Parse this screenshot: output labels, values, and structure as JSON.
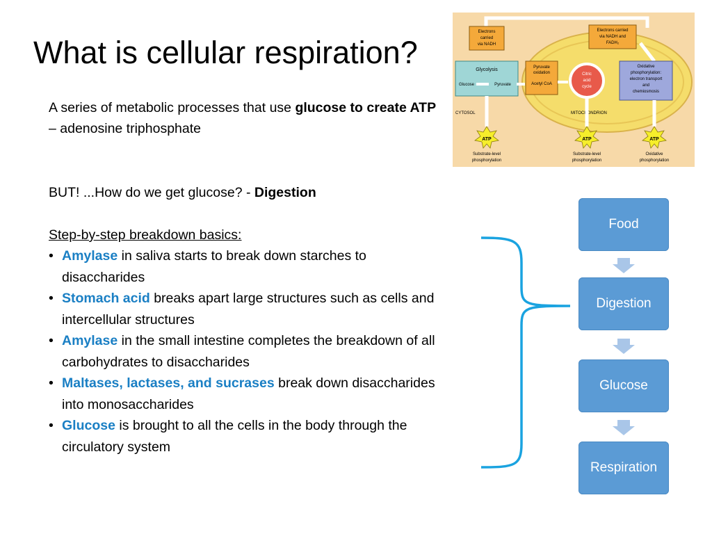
{
  "title": "What is cellular respiration?",
  "intro": {
    "text_before": "A series of metabolic processes that use ",
    "bold": "glucose to create ATP",
    "text_after": " – adenosine triphosphate"
  },
  "but_line": {
    "text": "BUT!  ...How do we get glucose?  - ",
    "bold": "Digestion"
  },
  "steps_heading": "Step-by-step breakdown basics:",
  "bullet": "•",
  "steps": [
    {
      "keyword": "Amylase",
      "rest": " in saliva starts to break down starches to disaccharides"
    },
    {
      "keyword": "Stomach acid",
      "rest": " breaks apart large structures such as cells and intercellular structures"
    },
    {
      "keyword": "Amylase",
      "rest": " in the small intestine completes the breakdown of all carbohydrates to disaccharides"
    },
    {
      "keyword": "Maltases, lactases, and sucrases",
      "rest": " break down disaccharides into monosaccharides"
    },
    {
      "keyword": "Glucose",
      "rest": " is brought to all the cells in the body through the circulatory system"
    }
  ],
  "flowchart": [
    "Food",
    "Digestion",
    "Glucose",
    "Respiration"
  ],
  "diagram": {
    "nadh_label": [
      "Electrons",
      "carried",
      "via NADH"
    ],
    "nadh_fadh_label": [
      "Electrons carried",
      "via NADH and",
      "FADH₂"
    ],
    "glycolysis": "Glycolysis",
    "glucose": "Glucose",
    "pyruvate": "Pyruvate",
    "pyruvate_oxidation": [
      "Pyruvate",
      "oxidation"
    ],
    "acetyl_coa": "Acetyl CoA",
    "citric_acid": [
      "Citric",
      "acid",
      "cycle"
    ],
    "oxphos": [
      "Oxidative",
      "phosphorylation:",
      "electron transport",
      "and",
      "chemiosmosis"
    ],
    "cytosol": "CYTOSOL",
    "mitochondrion": "MITOCHONDRION",
    "atp": "ATP",
    "outputs": [
      [
        "Substrate-level",
        "phosphorylation"
      ],
      [
        "Substrate-level",
        "phosphorylation"
      ],
      [
        "Oxidative",
        "phosphorylation"
      ]
    ]
  },
  "colors": {
    "keyword": "#1a7fc4",
    "flow_box": "#5b9bd5",
    "flow_arrow": "#a9c6e8",
    "brace": "#1aa3e0",
    "diagram_bg": "#f7d9a8",
    "mitochondrion": "#f5dd6b"
  }
}
